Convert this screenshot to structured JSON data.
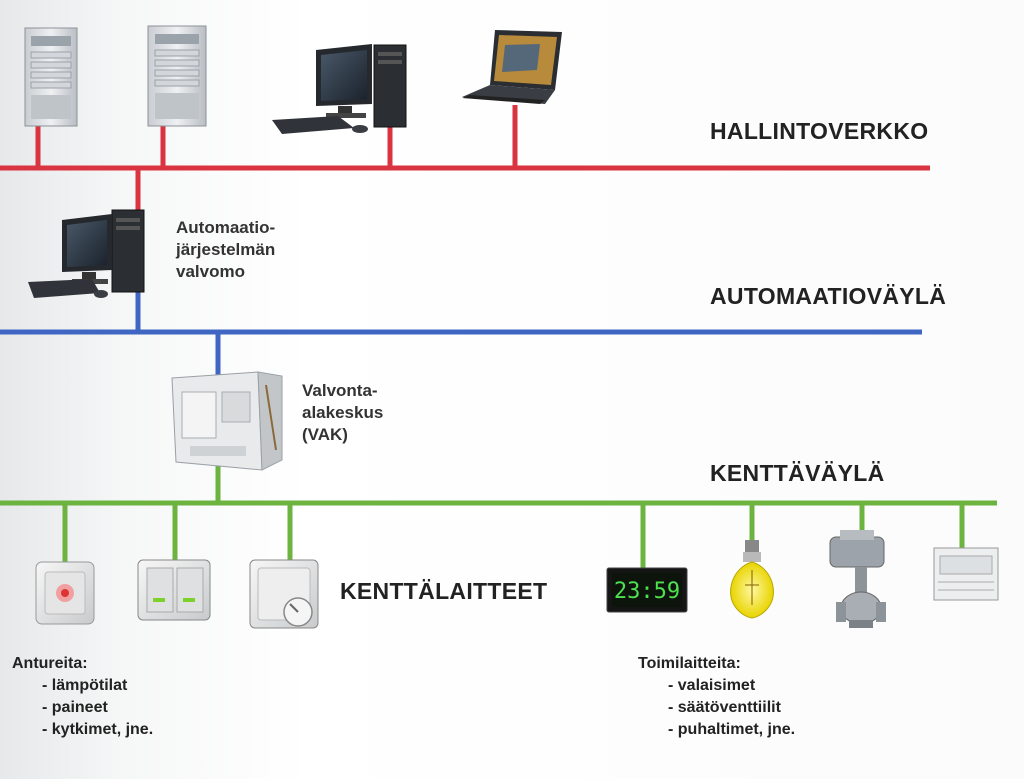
{
  "networks": {
    "admin": "HALLINTOVERKKO",
    "automation": "AUTOMAATIOVÄYLÄ",
    "field": "KENTTÄVÄYLÄ",
    "field_devices": "KENTTÄLAITTEET"
  },
  "colors": {
    "admin_bus": "#d9343f",
    "automation_bus": "#3f66c2",
    "field_bus": "#6cb33f"
  },
  "control_room": {
    "lines": [
      "Automaatio-",
      "järjestelmän",
      "valvomo"
    ]
  },
  "substation": {
    "lines": [
      "Valvonta-",
      "alakeskus",
      "(VAK)"
    ]
  },
  "clock": {
    "time": "23:59"
  },
  "sensors": {
    "title": "Antureita:",
    "items": [
      "- lämpötilat",
      "- paineet",
      "- kytkimet, jne."
    ]
  },
  "actuators": {
    "title": "Toimilaitteita:",
    "items": [
      "- valaisimet",
      "- säätöventtiilit",
      "- puhaltimet, jne."
    ]
  }
}
